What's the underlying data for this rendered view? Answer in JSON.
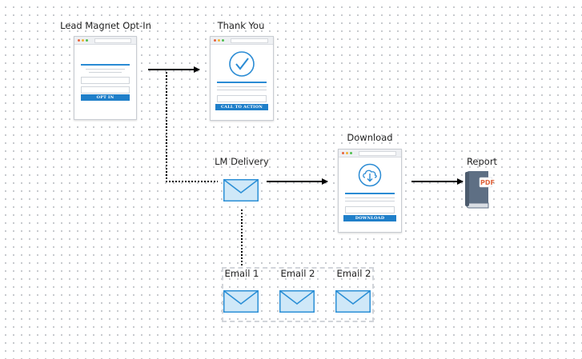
{
  "nodes": {
    "optin": {
      "label": "Lead Magnet Opt-In",
      "button": "OPT IN"
    },
    "thankyou": {
      "label": "Thank You",
      "button": "CALL TO ACTION"
    },
    "delivery": {
      "label": "LM Delivery"
    },
    "download": {
      "label": "Download",
      "button": "DOWNLOAD"
    },
    "report": {
      "label": "Report",
      "badge": "PDF"
    }
  },
  "emails": [
    {
      "label": "Email 1"
    },
    {
      "label": "Email 2"
    },
    {
      "label": "Email 2"
    }
  ],
  "colors": {
    "accent": "#2a8bd4",
    "button": "#1f7fc9",
    "envelope_fill": "#cfe8f8",
    "envelope_stroke": "#2b8fd6",
    "book": "#5e6f84",
    "pdf_badge": "#e0633a"
  }
}
